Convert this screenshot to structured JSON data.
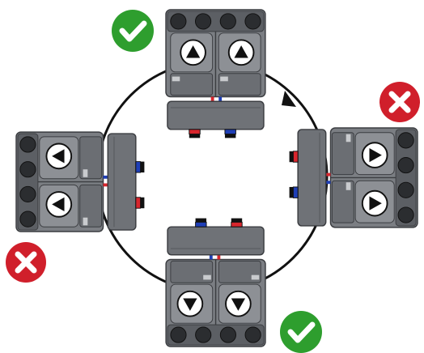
{
  "diagram": {
    "orientations": [
      {
        "id": "top",
        "arrow_direction": "up",
        "valid": true,
        "status_icon": "check-icon"
      },
      {
        "id": "right",
        "arrow_direction": "right",
        "valid": false,
        "status_icon": "cross-icon"
      },
      {
        "id": "bottom",
        "arrow_direction": "down",
        "valid": true,
        "status_icon": "check-icon"
      },
      {
        "id": "left",
        "arrow_direction": "left",
        "valid": false,
        "status_icon": "cross-icon"
      }
    ],
    "rotation": "clockwise",
    "colors": {
      "valid": "#2e9e2e",
      "invalid": "#d01f2b",
      "body_dark": "#4a4d52",
      "body_mid": "#7b7e83",
      "body_light": "#9a9da1",
      "hot": "#d8262d",
      "cold": "#1f3fb7",
      "ring": "#111111"
    }
  }
}
